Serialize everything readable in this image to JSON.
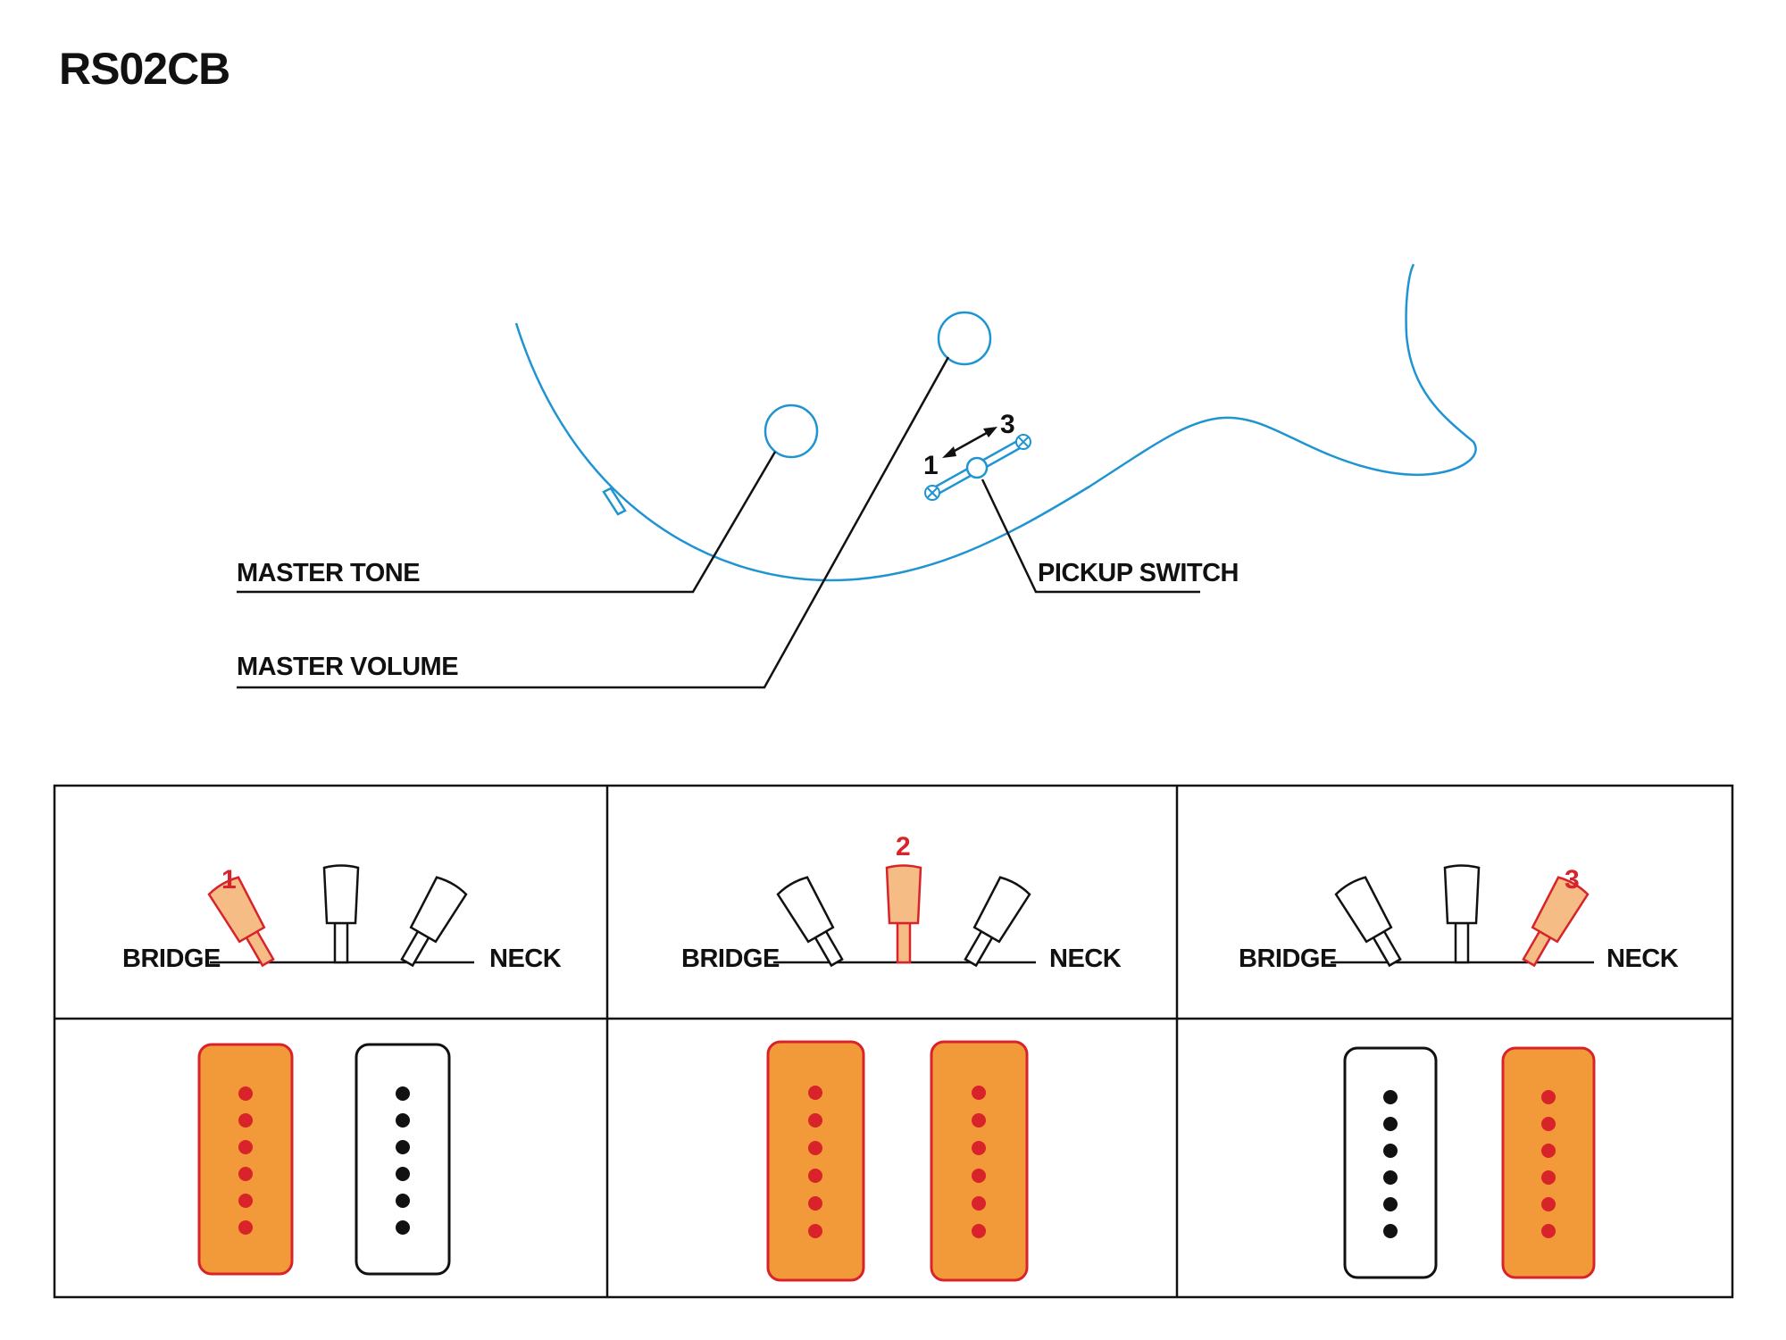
{
  "title": "RS02CB",
  "top_diagram": {
    "labels": {
      "master_tone": "MASTER TONE",
      "master_volume": "MASTER VOLUME",
      "pickup_switch": "PICKUP SWITCH"
    },
    "switch_positions": {
      "left": "1",
      "right": "3"
    }
  },
  "positions": [
    {
      "number": "1",
      "bridge_label": "BRIDGE",
      "neck_label": "NECK",
      "active_lever": "bridge",
      "bridge_pickup_on": true,
      "neck_pickup_on": false
    },
    {
      "number": "2",
      "bridge_label": "BRIDGE",
      "neck_label": "NECK",
      "active_lever": "middle",
      "bridge_pickup_on": true,
      "neck_pickup_on": true
    },
    {
      "number": "3",
      "bridge_label": "BRIDGE",
      "neck_label": "NECK",
      "active_lever": "neck",
      "bridge_pickup_on": false,
      "neck_pickup_on": true
    }
  ],
  "colors": {
    "outline_blue": "#1f94d2",
    "active_lever": "#f5bd85",
    "active_number": "#d9232a",
    "pickup_on_fill": "#f29a3a",
    "pickup_on_border": "#d9232a"
  }
}
